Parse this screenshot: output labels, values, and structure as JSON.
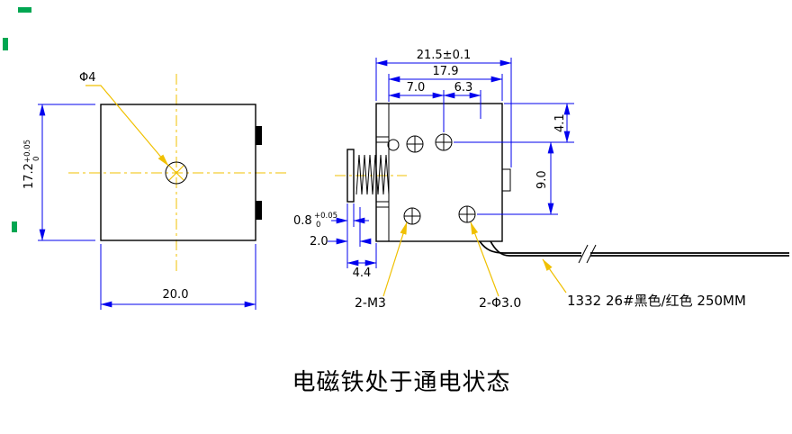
{
  "colors": {
    "background": "#FFFFFF",
    "outline": "#000000",
    "dimension": "#0000EE",
    "accent": "#F0C000",
    "marker": "#00A651",
    "text": "#000000"
  },
  "caption": "电磁铁处于通电状态",
  "left_view": {
    "hole_callout": "Φ4",
    "width_dim": "20.0",
    "height_dim": {
      "main": "17.2",
      "tol_upper": "+0.05",
      "tol_lower": "0"
    }
  },
  "right_view": {
    "overall_width_dim": "21.5±0.1",
    "body_width_dim": "17.9",
    "upper_hole_dim_left": "7.0",
    "upper_hole_dim_right": "6.3",
    "side_offset_dim": "4.1",
    "side_spacing_dim": "9.0",
    "flange_thickness_dim": {
      "main": "0.8",
      "tol_upper": "+0.05",
      "tol_lower": "0"
    },
    "travel_dim": "2.0",
    "protrusion_dim": "4.4",
    "thread_callout": "2-M3",
    "hole_callout": "2-Φ3.0",
    "wire_callout": "1332 26#黑色/红色 250MM"
  }
}
